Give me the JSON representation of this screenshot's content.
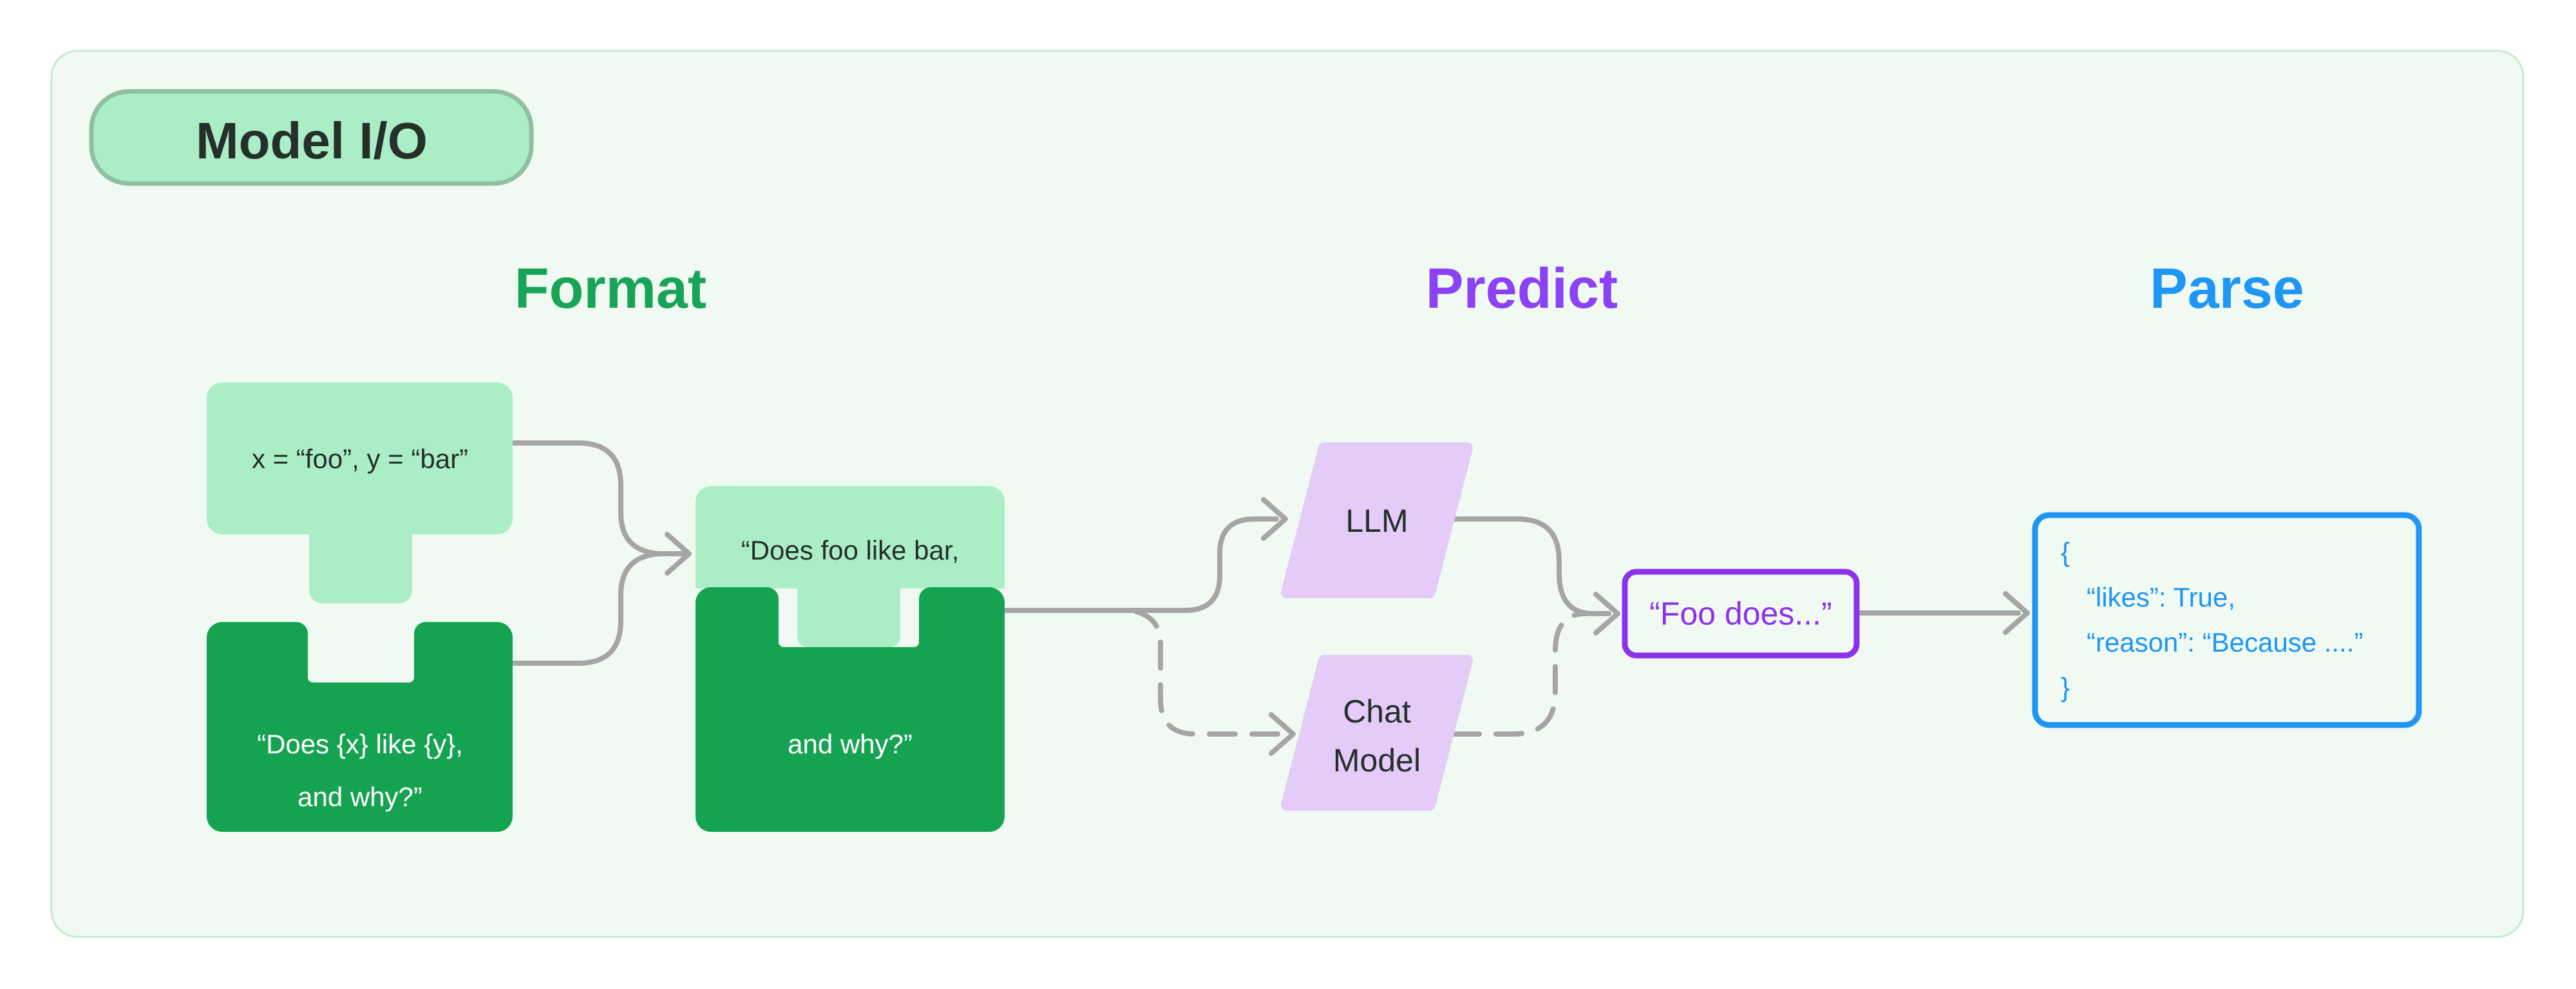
{
  "badge": {
    "label": "Model I/O"
  },
  "sections": {
    "format": {
      "label": "Format",
      "color": "#17a457"
    },
    "predict": {
      "label": "Predict",
      "color": "#8b42f5"
    },
    "parse": {
      "label": "Parse",
      "color": "#1e96f3"
    }
  },
  "format": {
    "values_block": {
      "text": "x = “foo”, y = “bar”"
    },
    "template_block": {
      "lines": [
        "“Does {x} like {y},",
        "and why?”"
      ]
    },
    "merged_block": {
      "lines": [
        "“Does foo like bar,",
        "and why?”"
      ]
    }
  },
  "predict": {
    "llm_block": {
      "label": "LLM"
    },
    "chat_model_block": {
      "lines": [
        "Chat",
        "Model"
      ]
    },
    "completion_block": {
      "text": "“Foo does...”"
    }
  },
  "parse": {
    "json_block": {
      "lines": [
        "{",
        "“likes”: True,",
        "“reason”: “Because ....”",
        "}"
      ]
    }
  },
  "colors": {
    "page_bg": "#ffffff",
    "panel_bg": "#f0faf3",
    "panel_border": "#bfeccc",
    "badge_fill": "#abeec6",
    "badge_border": "#8fbfa0",
    "green_light": "#abeec6",
    "green_dark": "#15a351",
    "purple_light": "#e4cbf8",
    "purple_accent": "#8d32ec",
    "blue_accent": "#1e96f3",
    "text_dark": "#243029",
    "text_white": "#ffffff",
    "connector_gray": "#a5a5a5"
  }
}
